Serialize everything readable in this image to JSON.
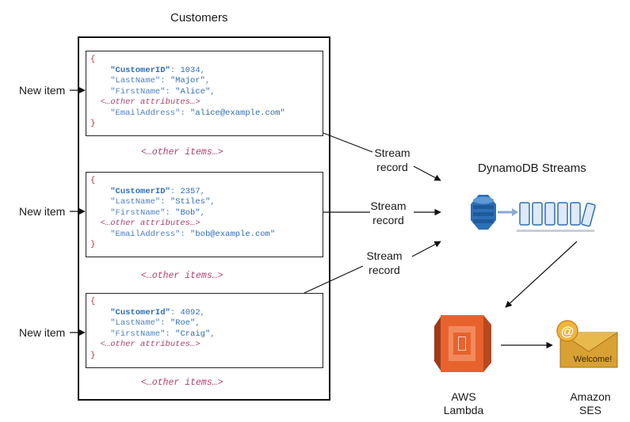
{
  "diagram": {
    "table_title": "Customers",
    "streams_title": "DynamoDB Streams",
    "new_item_label": "New item",
    "stream_record_label": [
      "Stream",
      "record"
    ],
    "other_items_label": "<…other items…>",
    "other_attributes_label": "<…other attributes…>",
    "items": [
      {
        "id_key": "\"CustomerID\"",
        "id_value": "1034",
        "attrs": [
          {
            "key": "\"LastName\"",
            "value": "\"Major\""
          },
          {
            "key": "\"FirstName\"",
            "value": "\"Alice\""
          }
        ],
        "email_key": "\"EmailAddress\"",
        "email_value": "\"alice@example.com\""
      },
      {
        "id_key": "\"CustomerID\"",
        "id_value": "2357",
        "attrs": [
          {
            "key": "\"LastName\"",
            "value": "\"Stiles\""
          },
          {
            "key": "\"FirstName\"",
            "value": "\"Bob\""
          }
        ],
        "email_key": "\"EmailAddress\"",
        "email_value": "\"bob@example.com\""
      },
      {
        "id_key": "\"CustomerId\"",
        "id_value": "4092",
        "attrs": [
          {
            "key": "\"LastName\"",
            "value": "\"Roe\""
          },
          {
            "key": "\"FirstName\"",
            "value": "\"Craig\""
          }
        ]
      }
    ],
    "lambda_label": [
      "AWS",
      "Lambda"
    ],
    "ses_label": [
      "Amazon",
      "SES"
    ],
    "ses_envelope_text": "Welcome!",
    "ses_at_symbol": "@"
  },
  "icons": {
    "dynamodb": "dynamodb-streams-icon",
    "lambda": "aws-lambda-icon",
    "ses": "amazon-ses-envelope-icon"
  },
  "colors": {
    "dynamodb_blue": "#2d6fb7",
    "lambda_orange": "#e8622d",
    "ses_gold": "#d9a033",
    "brace_red": "#c0392b",
    "key_blue": "#2f6db5",
    "other_magenta": "#b0406e"
  }
}
